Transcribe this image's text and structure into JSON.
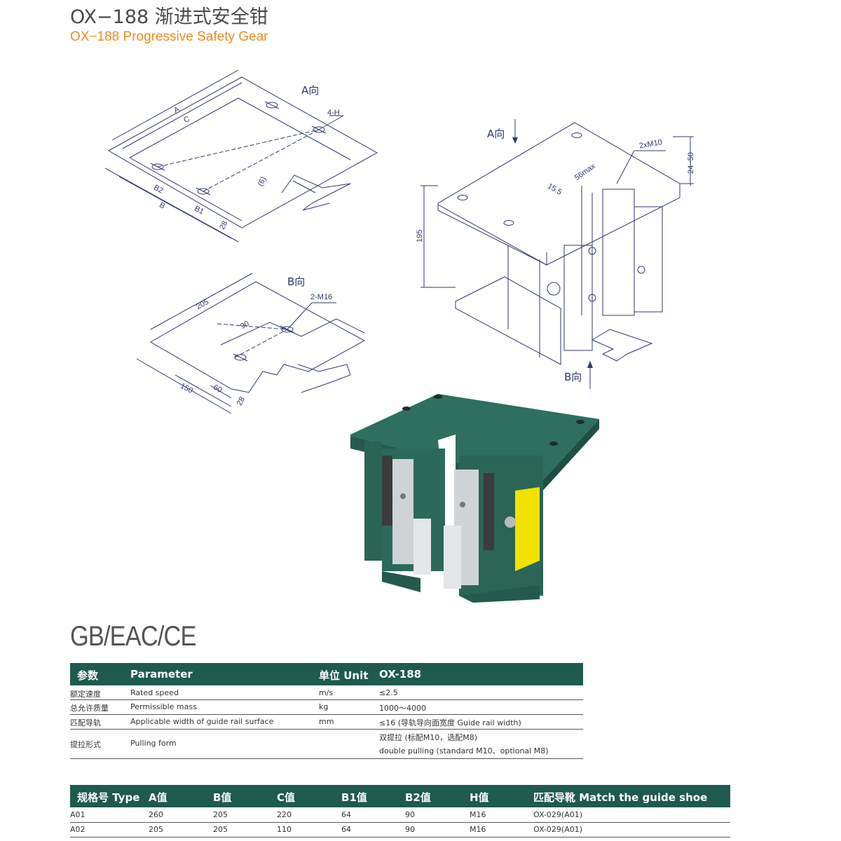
{
  "title": {
    "cn": "OX−188 渐进式安全钳",
    "en": "OX−188 Progressive Safety Gear"
  },
  "drawing_labels": {
    "a_dir_1": "A向",
    "a_dir_2": "A向",
    "b_dir_1": "B向",
    "b_dir_2": "B向",
    "h4": "4-H",
    "a": "A",
    "c": "C",
    "b": "B",
    "b1": "B1",
    "b2": "B2",
    "d28a": "28",
    "d6": "(6)",
    "d205": "205",
    "d90": "90",
    "m16": "2-M16",
    "d150": "150",
    "d60": "60",
    "d28b": "28",
    "m10": "2xM10",
    "d56": "56max",
    "d15": "15.5",
    "d195": "195",
    "d2450": "24~50"
  },
  "certification": "GB/EAC/CE",
  "params_table": {
    "headers": [
      "参数",
      "Parameter",
      "单位 Unit",
      "OX-188"
    ],
    "rows": [
      {
        "cn": "额定速度",
        "en": "Rated speed",
        "unit": "m/s",
        "value": "≤2.5",
        "value2": ""
      },
      {
        "cn": "总允许质量",
        "en": "Permissible mass",
        "unit": "kg",
        "value": "1000～4000",
        "value2": ""
      },
      {
        "cn": "匹配导轨",
        "en": "Applicable width of guide rail surface",
        "unit": "mm",
        "value": "≤16 (导轨导向面宽度 Guide rail width)",
        "value2": ""
      },
      {
        "cn": "提拉形式",
        "en": "Pulling form",
        "unit": "",
        "value": "双提拉 (标配M10，选配M8)",
        "value2": "double pulling (standard M10、optional M8)"
      }
    ]
  },
  "spec_table": {
    "headers": [
      "规格号 Type",
      "A值",
      "B值",
      "C值",
      "B1值",
      "B2值",
      "H值",
      "匹配导靴 Match the guide shoe"
    ],
    "rows": [
      [
        "A01",
        "260",
        "205",
        "220",
        "64",
        "90",
        "M16",
        "OX-029(A01)"
      ],
      [
        "A02",
        "205",
        "205",
        "110",
        "64",
        "90",
        "M16",
        "OX-029(A01)"
      ]
    ]
  },
  "colors": {
    "header_bg": "#1e5a4e",
    "title_en": "#ef8a1f",
    "drawing_line": "#2c3a6e",
    "product_green": "#2e6b5c",
    "label_yellow": "#f3e200"
  }
}
